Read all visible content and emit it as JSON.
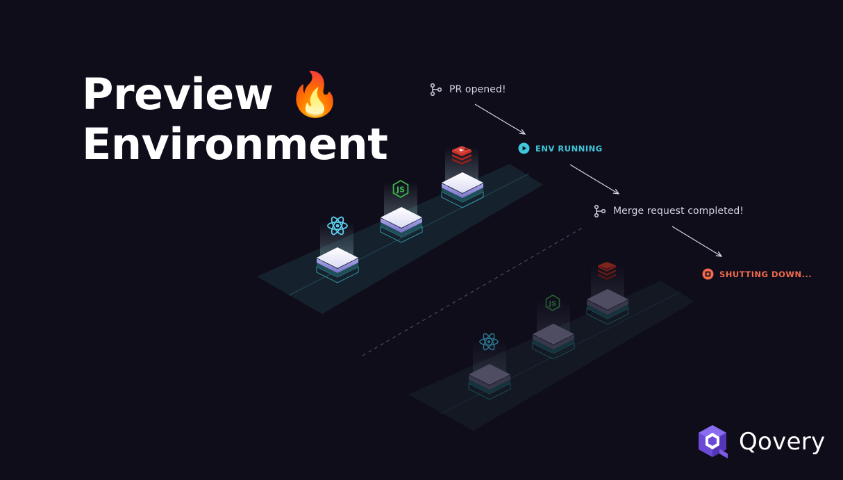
{
  "heading": {
    "line1": "Preview",
    "line2": "Environment",
    "emoji": "🔥"
  },
  "events": {
    "pr_opened": "PR opened!",
    "env_running": "ENV RUNNING",
    "merge_completed": "Merge request completed!",
    "shutting_down": "SHUTTING DOWN..."
  },
  "environments": {
    "active": {
      "services": [
        "react-icon",
        "nodejs-icon",
        "redis-icon"
      ]
    },
    "shutdown": {
      "services": [
        "react-icon",
        "nodejs-icon",
        "redis-icon"
      ]
    }
  },
  "brand": {
    "name": "Qovery"
  },
  "colors": {
    "background": "#0f0d1a",
    "running": "#3fc6d9",
    "shutting_down": "#f26b4c",
    "brand_purple": "#6b4bd6",
    "react": "#5ccfee",
    "node": "#3cb94a",
    "redis": "#c9322a"
  }
}
